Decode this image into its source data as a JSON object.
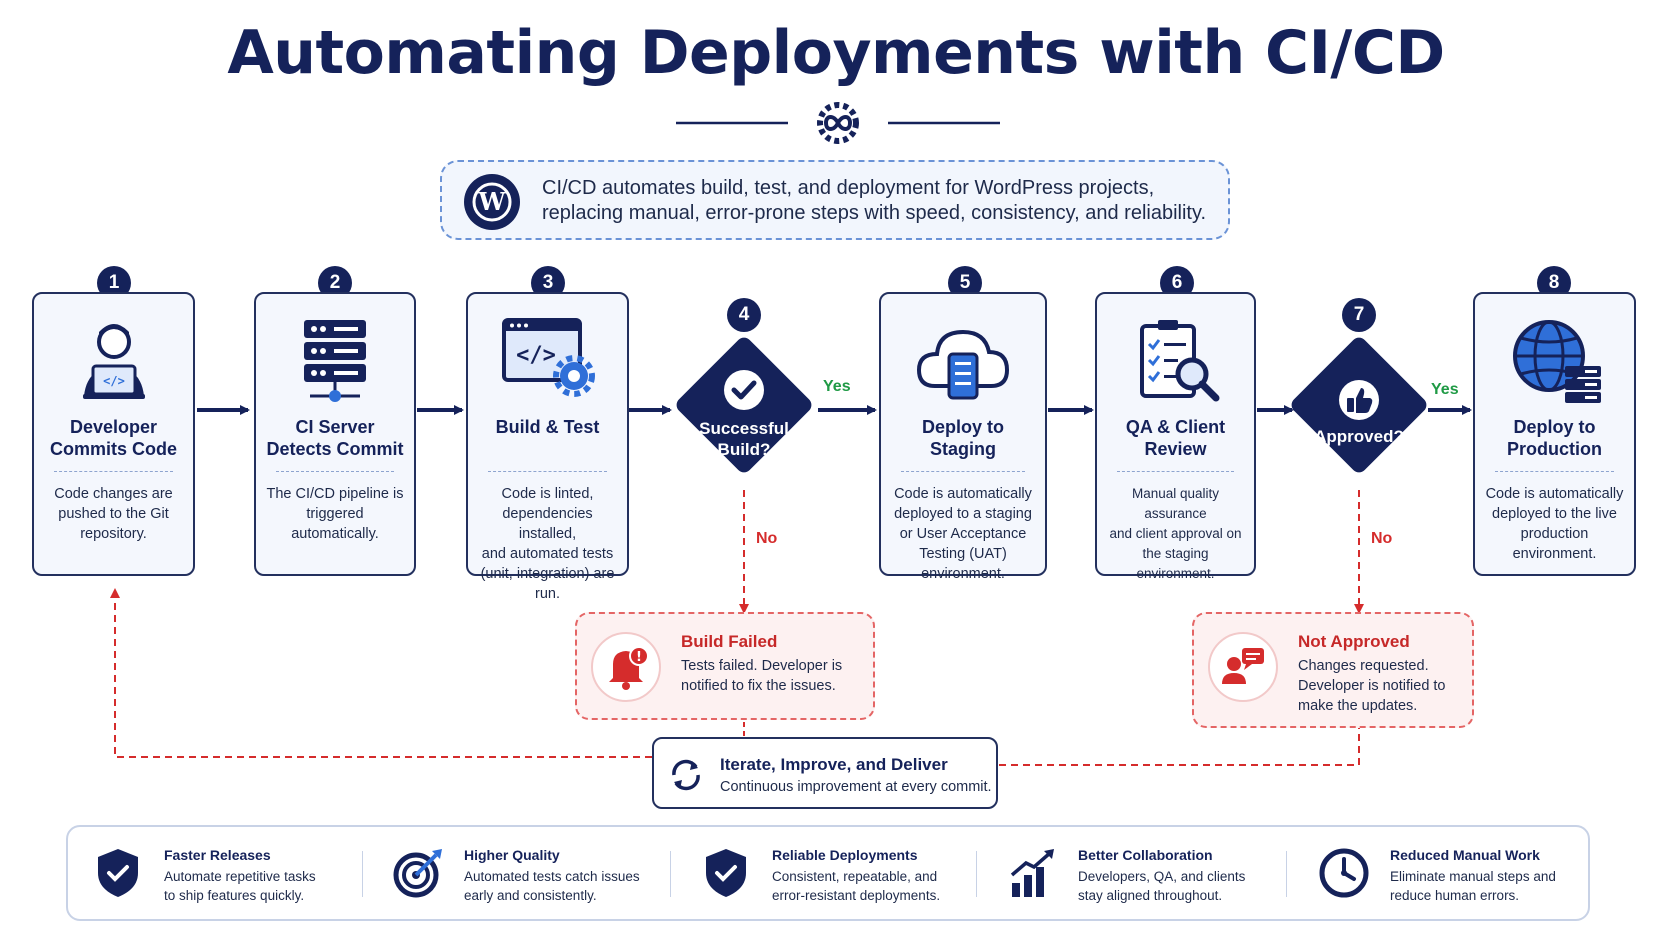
{
  "title": "Automating Deployments with CI/CD",
  "intro": {
    "line1": "CI/CD automates build, test, and deployment for WordPress projects,",
    "line2": "replacing manual, error-prone steps with speed, consistency, and reliability.",
    "icon": "wordpress-icon"
  },
  "steps": [
    {
      "num": "1",
      "title": "Developer\nCommits Code",
      "desc": "Code changes are\npushed to the Git\nrepository.",
      "icon": "developer-laptop-icon"
    },
    {
      "num": "2",
      "title": "CI Server\nDetects Commit",
      "desc": "The CI/CD pipeline is\ntriggered automatically.",
      "icon": "server-icon"
    },
    {
      "num": "3",
      "title": "Build & Test",
      "desc": "Code is linted,\ndependencies installed,\nand automated tests\n(unit, integration) are run.",
      "icon": "code-gear-icon"
    },
    {
      "num": "4",
      "label": "Successful\nBuild?",
      "icon": "check-icon",
      "yes": "Yes",
      "no": "No"
    },
    {
      "num": "5",
      "title": "Deploy to Staging",
      "desc": "Code is automatically\ndeployed to a staging\nor User Acceptance\nTesting (UAT)\nenvironment.",
      "icon": "cloud-server-icon"
    },
    {
      "num": "6",
      "title": "QA & Client Review",
      "desc": "Manual quality assurance\nand client approval on\nthe staging\nenvironment.",
      "icon": "checklist-magnifier-icon"
    },
    {
      "num": "7",
      "label": "Approved?",
      "icon": "thumbs-up-icon",
      "yes": "Yes",
      "no": "No"
    },
    {
      "num": "8",
      "title": "Deploy to\nProduction",
      "desc": "Code is automatically\ndeployed to the live\nproduction\nenvironment.",
      "icon": "globe-server-icon"
    }
  ],
  "build_failed": {
    "title": "Build Failed",
    "desc": "Tests failed. Developer is\nnotified to fix the issues.",
    "icon": "alert-bell-icon"
  },
  "not_approved": {
    "title": "Not Approved",
    "desc": "Changes requested.\nDeveloper is notified to\nmake the updates.",
    "icon": "user-feedback-icon"
  },
  "iterate": {
    "title": "Iterate, Improve, and Deliver",
    "desc": "Continuous improvement at every commit.",
    "icon": "refresh-icon"
  },
  "benefits": [
    {
      "title": "Faster Releases",
      "desc": "Automate repetitive tasks\nto ship features quickly.",
      "icon": "shield-check-icon"
    },
    {
      "title": "Higher Quality",
      "desc": "Automated tests catch issues\nearly and consistently.",
      "icon": "target-icon"
    },
    {
      "title": "Reliable Deployments",
      "desc": "Consistent, repeatable, and\nerror-resistant deployments.",
      "icon": "shield-check-icon"
    },
    {
      "title": "Better Collaboration",
      "desc": "Developers, QA, and clients\nstay aligned throughout.",
      "icon": "growth-chart-icon"
    },
    {
      "title": "Reduced Manual Work",
      "desc": "Eliminate manual steps and\nreduce human errors.",
      "icon": "clock-icon"
    }
  ],
  "colors": {
    "navy": "#15225a",
    "blue": "#2f6fd8",
    "green": "#1f9a45",
    "red": "#d52c2c",
    "card_bg": "#f4f7fd"
  }
}
